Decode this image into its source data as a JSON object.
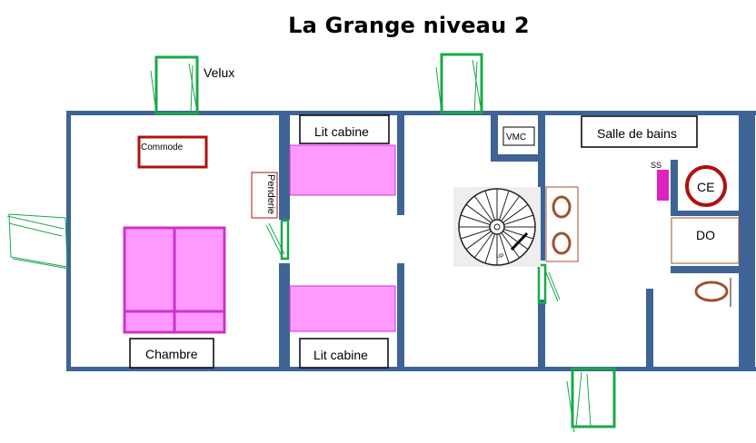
{
  "title": "La Grange niveau 2",
  "labels": {
    "velux": "Velux",
    "commode": "Commode",
    "penderie": "Penderie",
    "lit_cabine_1": "Lit cabine",
    "lit_cabine_2": "Lit cabine",
    "vmc": "VMC",
    "salle_de_bains": "Salle de bains",
    "ss": "SS",
    "ce": "CE",
    "do": "DO",
    "chambre": "Chambre",
    "up": "UP"
  },
  "colors": {
    "wall": "#3e6496",
    "window": "#1aa84a",
    "bed": "#ff99ff",
    "bed_border": "#cc33cc",
    "commode": "#b01010",
    "fixture": "#a0522d",
    "ss": "#e020c0"
  }
}
